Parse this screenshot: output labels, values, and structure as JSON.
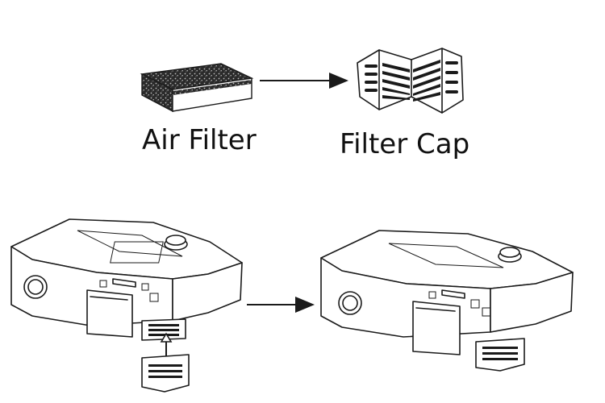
{
  "labels": {
    "air_filter": "Air Filter",
    "filter_cap": "Filter Cap"
  },
  "colors": {
    "line": "#1a1a1a",
    "background": "#ffffff"
  },
  "icons": [
    "air-filter-illustration",
    "filter-cap-illustration",
    "arrow-right-icon",
    "arrow-up-icon",
    "device-illustration"
  ]
}
